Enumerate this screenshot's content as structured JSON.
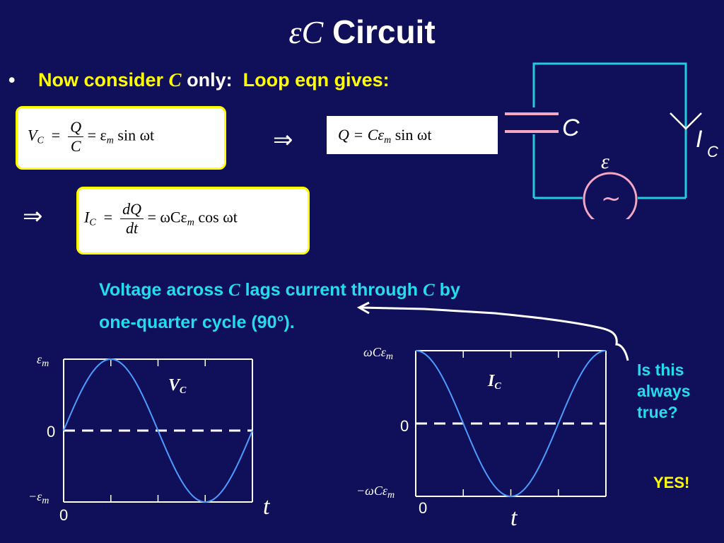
{
  "title": {
    "symbol": "εC",
    "text": "Circuit"
  },
  "bullet": {
    "marker": "•",
    "part1": "Now consider",
    "part2_symbol": "C",
    "part3": "only:",
    "part4": "Loop eqn gives:"
  },
  "equations": {
    "eq1": {
      "lhs": "V",
      "lhs_sub": "C",
      "num": "Q",
      "den": "C",
      "rhs_pre": "= ε",
      "rhs_sub": "m",
      "rhs_post": "sin ωt"
    },
    "eq2": {
      "lhs": "Q = Cε",
      "lhs_sub": "m",
      "rhs": "sin ωt"
    },
    "eq3": {
      "lhs": "I",
      "lhs_sub": "C",
      "num": "dQ",
      "den": "dt",
      "rhs_pre": "= ωCε",
      "rhs_sub": "m",
      "rhs_post": "cos ωt"
    },
    "implies": "⇒"
  },
  "circuit": {
    "cap_label": "C",
    "emf_label": "ε",
    "source_symbol": "~",
    "current_label": "I",
    "current_sub": "C"
  },
  "statement": {
    "line1_a": "Voltage across",
    "line1_sym1": "C",
    "line1_b": "lags current through",
    "line1_sym2": "C",
    "line1_c": "by",
    "line2": "one-quarter cycle (90°)."
  },
  "question": {
    "line1": "Is this",
    "line2": "always",
    "line3": "true?",
    "answer": "YES!"
  },
  "colors": {
    "background": "#10105a",
    "curve": "#4c9cff",
    "circuit_wire": "#22ccdd",
    "capacitor": "#f3a7c2",
    "highlight": "#ffff00"
  },
  "chart_data": [
    {
      "type": "line",
      "function": "sin",
      "series": [
        {
          "name": "V_C",
          "x": [
            0,
            0.25,
            0.5,
            0.75,
            1.0
          ],
          "y": [
            0,
            1,
            0,
            -1,
            0
          ]
        }
      ],
      "series_label": "V",
      "series_label_sub": "C",
      "ymax_label": "ε",
      "ymax_sub": "m",
      "ymin_label": "−ε",
      "ymin_sub": "m",
      "zero_label": "0",
      "x_origin_label": "0",
      "xlabel": "t",
      "xlim": [
        0,
        1
      ],
      "ylim": [
        -1,
        1
      ]
    },
    {
      "type": "line",
      "function": "cos",
      "series": [
        {
          "name": "I_C",
          "x": [
            0,
            0.25,
            0.5,
            0.75,
            1.0
          ],
          "y": [
            1,
            0,
            -1,
            0,
            1
          ]
        }
      ],
      "series_label": "I",
      "series_label_sub": "C",
      "ymax_label": "ωCε",
      "ymax_sub": "m",
      "ymin_label": "−ωCε",
      "ymin_sub": "m",
      "zero_label": "0",
      "x_origin_label": "0",
      "xlabel": "t",
      "xlim": [
        0,
        1
      ],
      "ylim": [
        -1,
        1
      ]
    }
  ]
}
